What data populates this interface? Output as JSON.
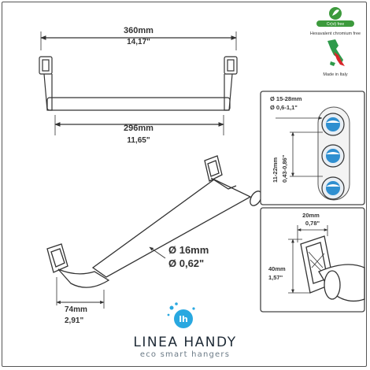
{
  "dimensions": {
    "overall_width_mm": "360mm",
    "overall_width_in": "14,17\"",
    "bar_length_mm": "296mm",
    "bar_length_in": "11,65\"",
    "bar_diameter_mm": "Ø 16mm",
    "bar_diameter_in": "Ø 0,62\"",
    "projection_mm": "74mm",
    "projection_in": "2,91\"",
    "hole_diameter_mm": "Ø 15-28mm",
    "hole_diameter_in": "Ø 0,6-1,1\"",
    "hole_spacing_mm": "11-22mm",
    "hole_spacing_in": "0,43-0,86\"",
    "bracket_width_mm": "20mm",
    "bracket_width_in": "0,78\"",
    "bracket_height_mm": "40mm",
    "bracket_height_in": "1,57\""
  },
  "badges": {
    "eco_badge": "Cr(vi) free",
    "chromium_text": "Hexavalent chromium free",
    "made_in": "Made in Italy"
  },
  "brand": {
    "logo_letters": "lh",
    "name": "LINEA HANDY",
    "tagline": "eco smart hangers"
  },
  "colors": {
    "line": "#333333",
    "water": "#2f8fd0",
    "eco_green": "#3c9a3c",
    "italy_green": "#2e9a4a",
    "italy_red": "#d8262b",
    "logo_blue": "#29a8e0"
  }
}
